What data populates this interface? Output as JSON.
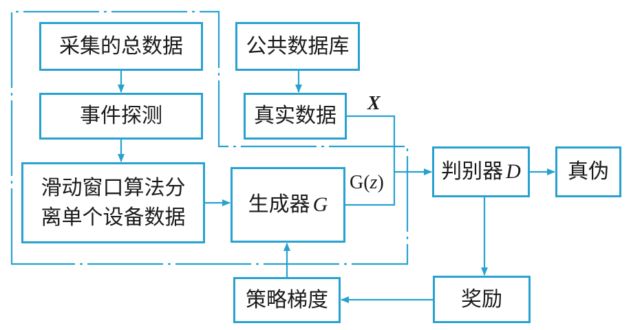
{
  "colors": {
    "accent": "#27a1cf",
    "text": "#1a1a1a"
  },
  "boxes": {
    "collected_data": "采集的总数据",
    "event_detection": "事件探测",
    "sliding_window_line1": "滑动窗口算法分",
    "sliding_window_line2": "离单个设备数据",
    "public_database": "公共数据库",
    "real_data": "真实数据",
    "generator_text": "生成器",
    "generator_symbol": "G",
    "discriminator_text": "判别器",
    "discriminator_symbol": "D",
    "true_false": "真伪",
    "reward": "奖励",
    "policy_gradient": "策略梯度"
  },
  "labels": {
    "x": "X",
    "gz_prefix": "G(",
    "gz_var": "z",
    "gz_suffix": ")"
  }
}
